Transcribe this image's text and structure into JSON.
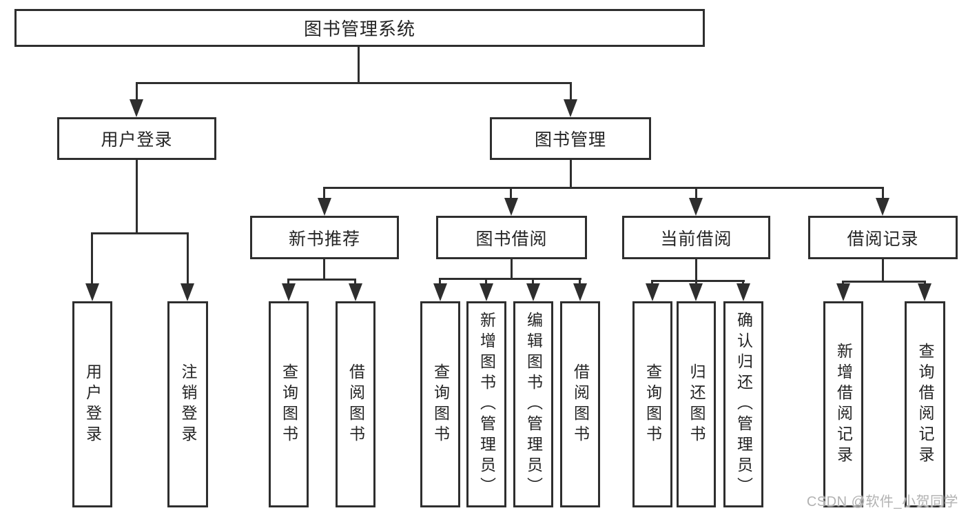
{
  "diagram": {
    "type": "tree",
    "title": "图书管理系统",
    "colors": {
      "line": "#2e2e2e",
      "box_border": "#2e2e2e",
      "box_fill": "#ffffff",
      "text": "#242424",
      "background": "#ffffff",
      "watermark": "#b2b2b2"
    },
    "nodes": {
      "root": {
        "label": "图书管理系统"
      },
      "level2": [
        {
          "label": "用户登录"
        },
        {
          "label": "图书管理"
        }
      ],
      "level3": [
        {
          "label": "新书推荐",
          "parent": "图书管理"
        },
        {
          "label": "图书借阅",
          "parent": "图书管理"
        },
        {
          "label": "当前借阅",
          "parent": "图书管理"
        },
        {
          "label": "借阅记录",
          "parent": "图书管理"
        }
      ],
      "leaves": [
        {
          "label": "用户登录",
          "parent": "用户登录"
        },
        {
          "label": "注销登录",
          "parent": "用户登录"
        },
        {
          "label": "查询图书",
          "parent": "新书推荐"
        },
        {
          "label": "借阅图书",
          "parent": "新书推荐"
        },
        {
          "label": "查询图书",
          "parent": "图书借阅"
        },
        {
          "label": "新增图书（管理员）",
          "parent": "图书借阅"
        },
        {
          "label": "编辑图书（管理员）",
          "parent": "图书借阅"
        },
        {
          "label": "借阅图书",
          "parent": "图书借阅"
        },
        {
          "label": "查询图书",
          "parent": "当前借阅"
        },
        {
          "label": "归还图书",
          "parent": "当前借阅"
        },
        {
          "label": "确认归还（管理员）",
          "parent": "当前借阅"
        },
        {
          "label": "新增借阅记录",
          "parent": "借阅记录"
        },
        {
          "label": "查询借阅记录",
          "parent": "借阅记录"
        }
      ]
    },
    "watermark": "CSDN @软件_小贺同学"
  }
}
